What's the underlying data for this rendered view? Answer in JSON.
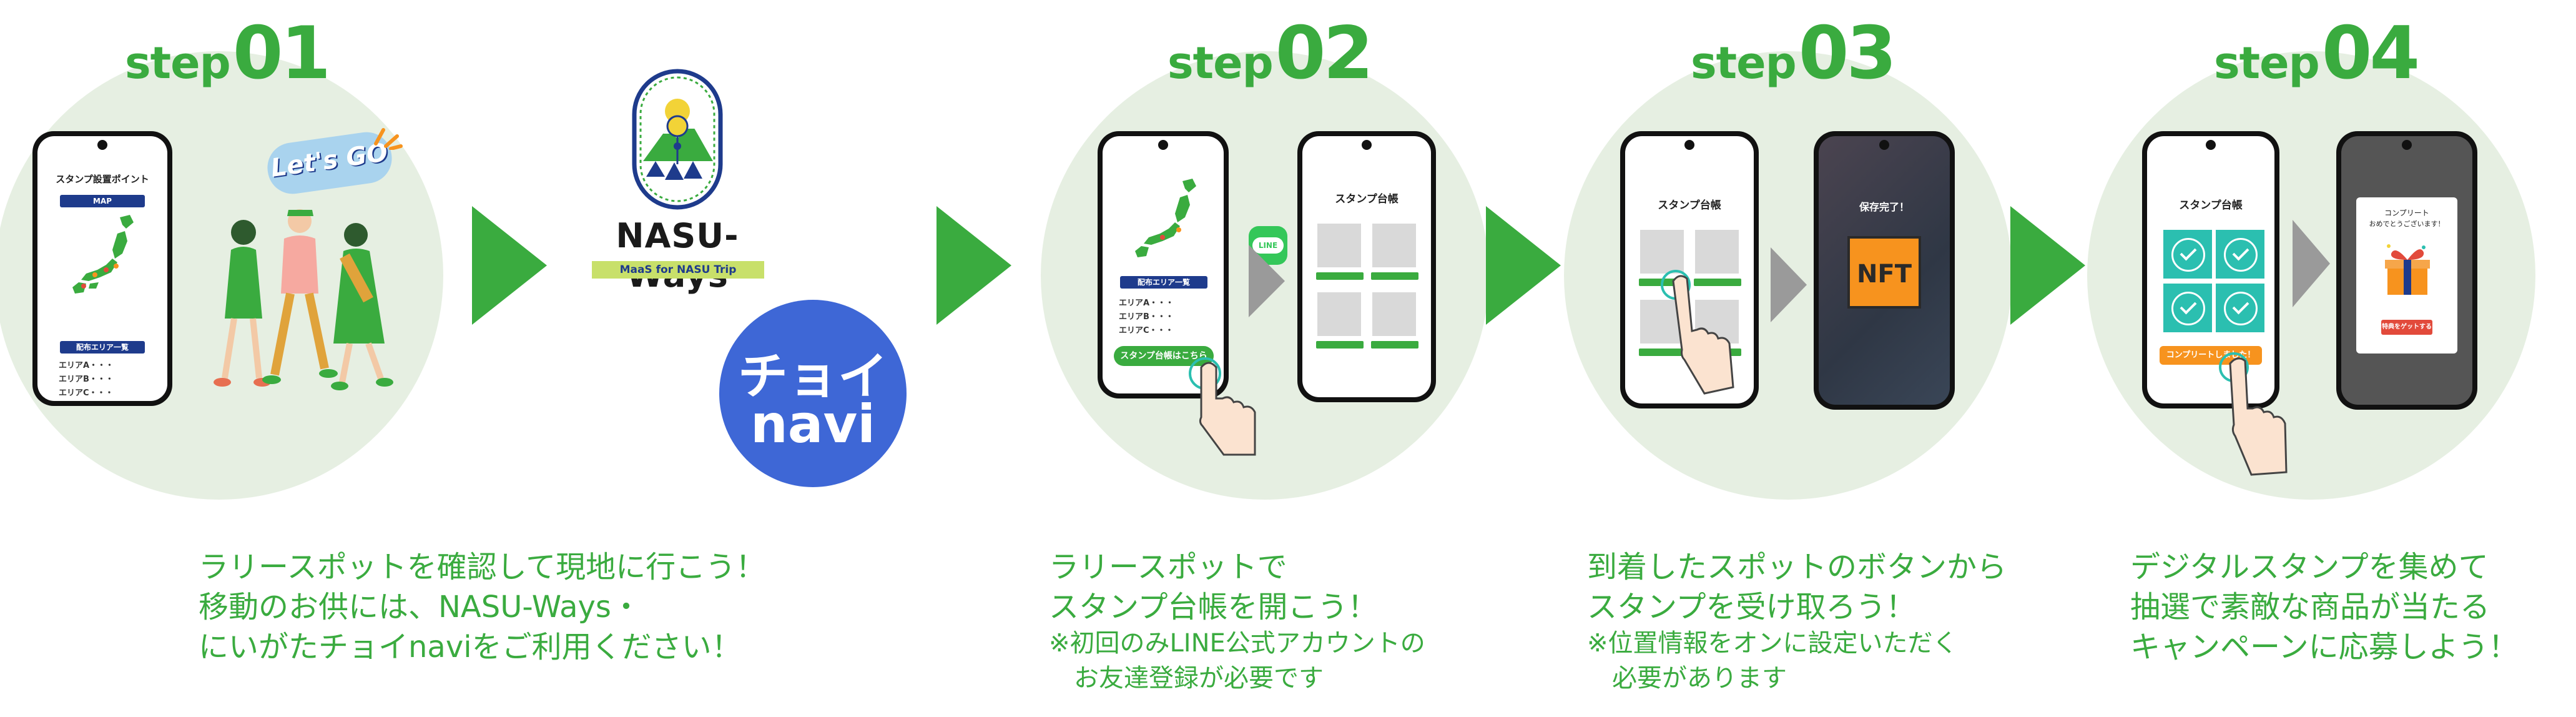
{
  "steps": [
    {
      "word": "step",
      "num": "01",
      "caption": "ラリースポットを確認して現地に行こう！\n移動のお供には、NASU-Ways・\nにいがたチョイnaviをご利用ください！",
      "note": ""
    },
    {
      "word": "step",
      "num": "02",
      "caption": "ラリースポットで\nスタンプ台帳を開こう！",
      "note": "※初回のみLINE公式アカウントの\n　お友達登録が必要です"
    },
    {
      "word": "step",
      "num": "03",
      "caption": "到着したスポットのボタンから\nスタンプを受け取ろう！",
      "note": "※位置情報をオンに設定いただく\n　必要があります"
    },
    {
      "word": "step",
      "num": "04",
      "caption": "デジタルスタンプを集めて\n抽選で素敵な商品が当たる\nキャンペーンに応募しよう！",
      "note": ""
    }
  ],
  "phone1": {
    "title": "スタンプ設置ポイント",
    "map": "MAP",
    "list_header": "配布エリア一覧",
    "areas": [
      "エリアA・・・",
      "エリアB・・・",
      "エリアC・・・"
    ]
  },
  "lets_go": "Let's GO",
  "nasu": {
    "name": "NASU-Ways",
    "tagline": "MaaS for NASU Trip"
  },
  "choi": {
    "line1": "チョイ",
    "line2": "navi"
  },
  "phone2a": {
    "list_header": "配布エリア一覧",
    "areas": [
      "エリアA・・・",
      "エリアB・・・",
      "エリアC・・・"
    ],
    "button": "スタンプ台帳はこちら"
  },
  "line_icon": "LINE",
  "phone2b": {
    "title": "スタンプ台帳"
  },
  "phone3a": {
    "title": "スタンプ台帳"
  },
  "phone3b": {
    "saved": "保存完了！",
    "nft": "NFT"
  },
  "phone4a": {
    "title": "スタンプ台帳",
    "button": "コンプリートしました！"
  },
  "phone4b": {
    "line1": "コンプリート",
    "line2": "おめでとうございます！",
    "button": "特典をゲットする"
  },
  "colors": {
    "green": "#3aab3f",
    "circle": "#e6efe2",
    "navy": "#1e3b8c",
    "orange": "#f7931e",
    "teal": "#2bbfb0",
    "choi_blue": "#3e67d6"
  }
}
